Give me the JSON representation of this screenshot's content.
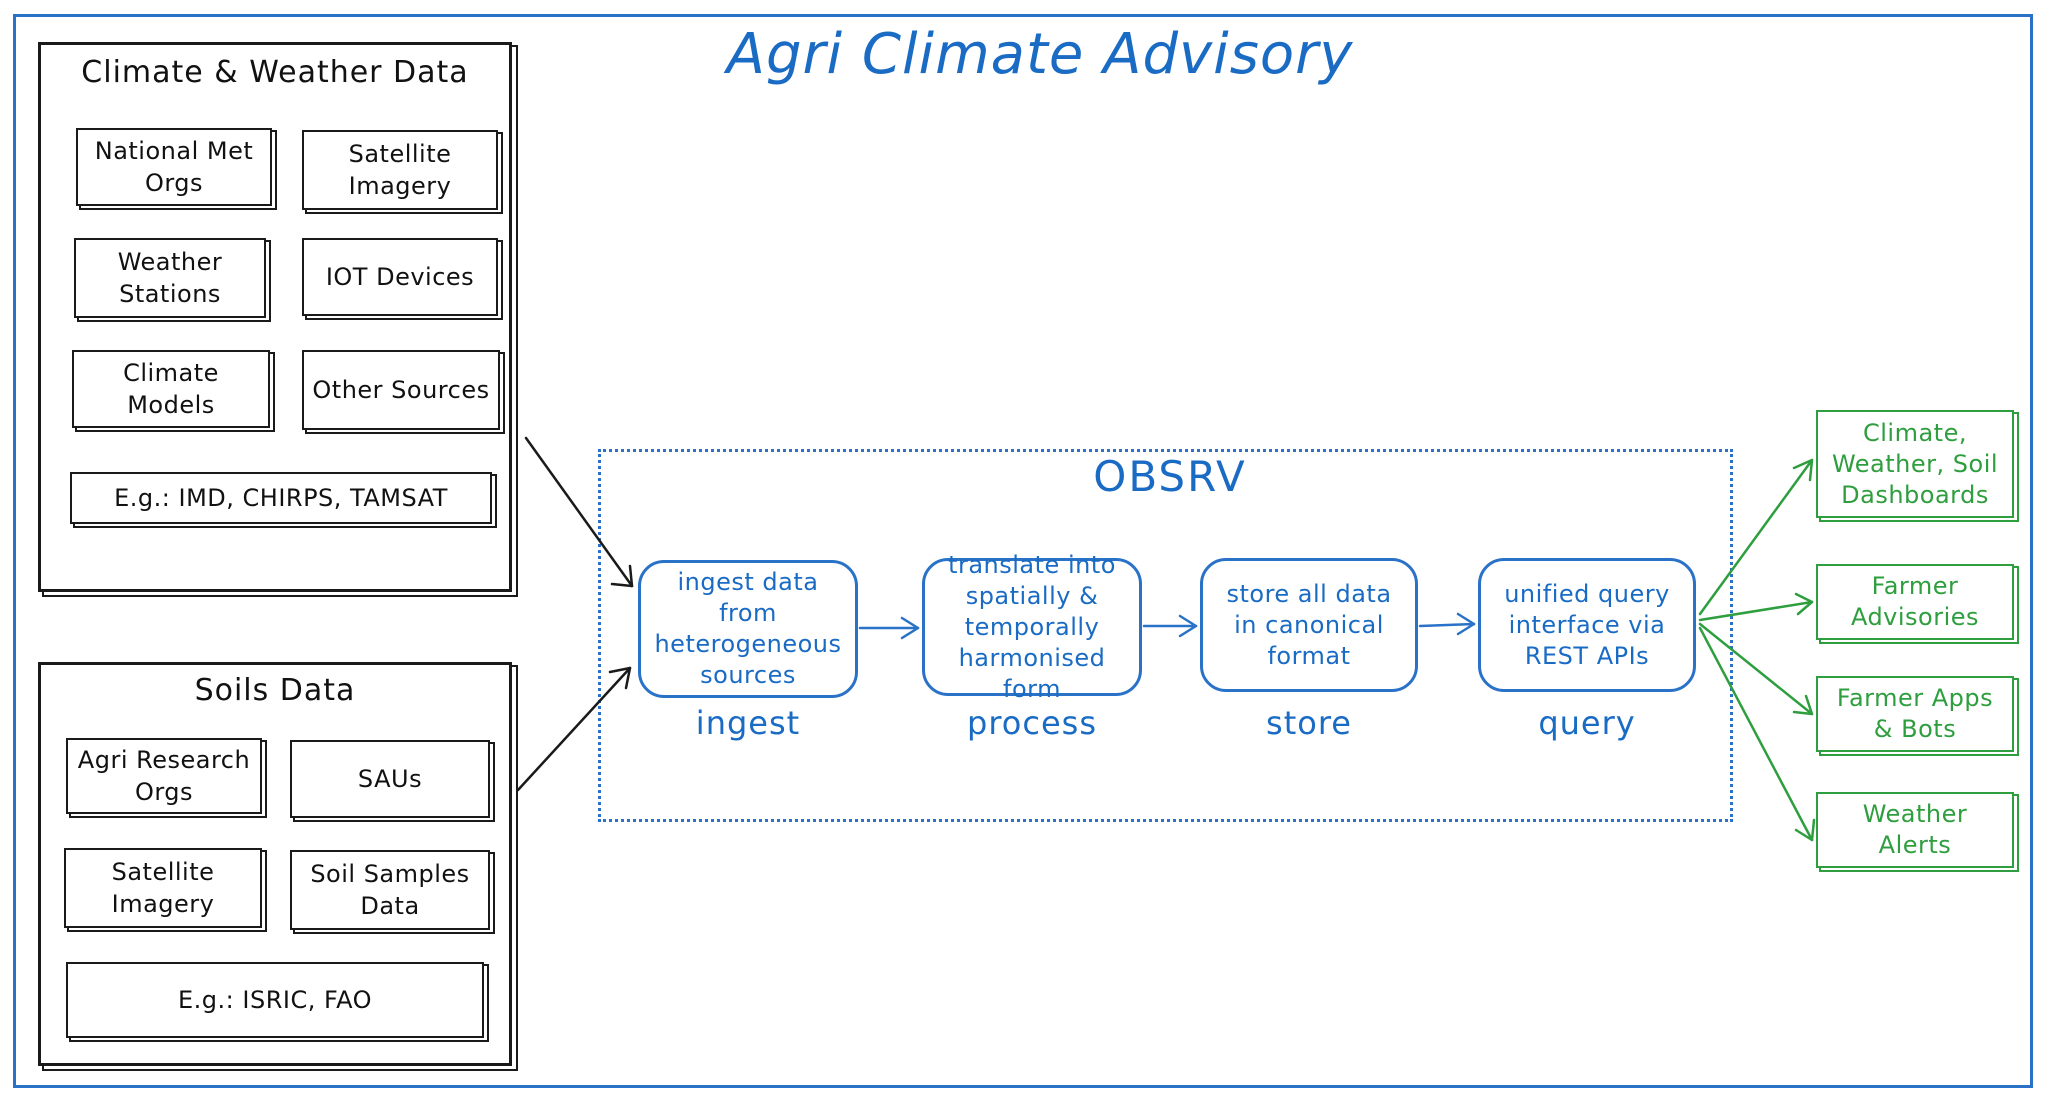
{
  "title": "Agri Climate Advisory",
  "climate_group": {
    "title": "Climate & Weather Data",
    "sources": [
      "National Met Orgs",
      "Satellite Imagery",
      "Weather Stations",
      "IOT Devices",
      "Climate Models",
      "Other Sources"
    ],
    "example": "E.g.: IMD, CHIRPS, TAMSAT"
  },
  "soils_group": {
    "title": "Soils Data",
    "sources": [
      "Agri Research Orgs",
      "SAUs",
      "Satellite Imagery",
      "Soil Samples Data"
    ],
    "example": "E.g.: ISRIC, FAO"
  },
  "obsrv": {
    "title": "OBSRV",
    "stages": [
      {
        "description": "ingest data from heterogeneous sources",
        "label": "ingest"
      },
      {
        "description": "translate into spatially & temporally harmonised form",
        "label": "process"
      },
      {
        "description": "store all data in canonical format",
        "label": "store"
      },
      {
        "description": "unified query interface via REST APIs",
        "label": "query"
      }
    ]
  },
  "outputs": [
    "Climate, Weather, Soil Dashboards",
    "Farmer Advisories",
    "Farmer Apps & Bots",
    "Weather Alerts"
  ],
  "colors": {
    "blue": "#1a6bc4",
    "green": "#2e9e3e",
    "black": "#1a1a1a"
  }
}
